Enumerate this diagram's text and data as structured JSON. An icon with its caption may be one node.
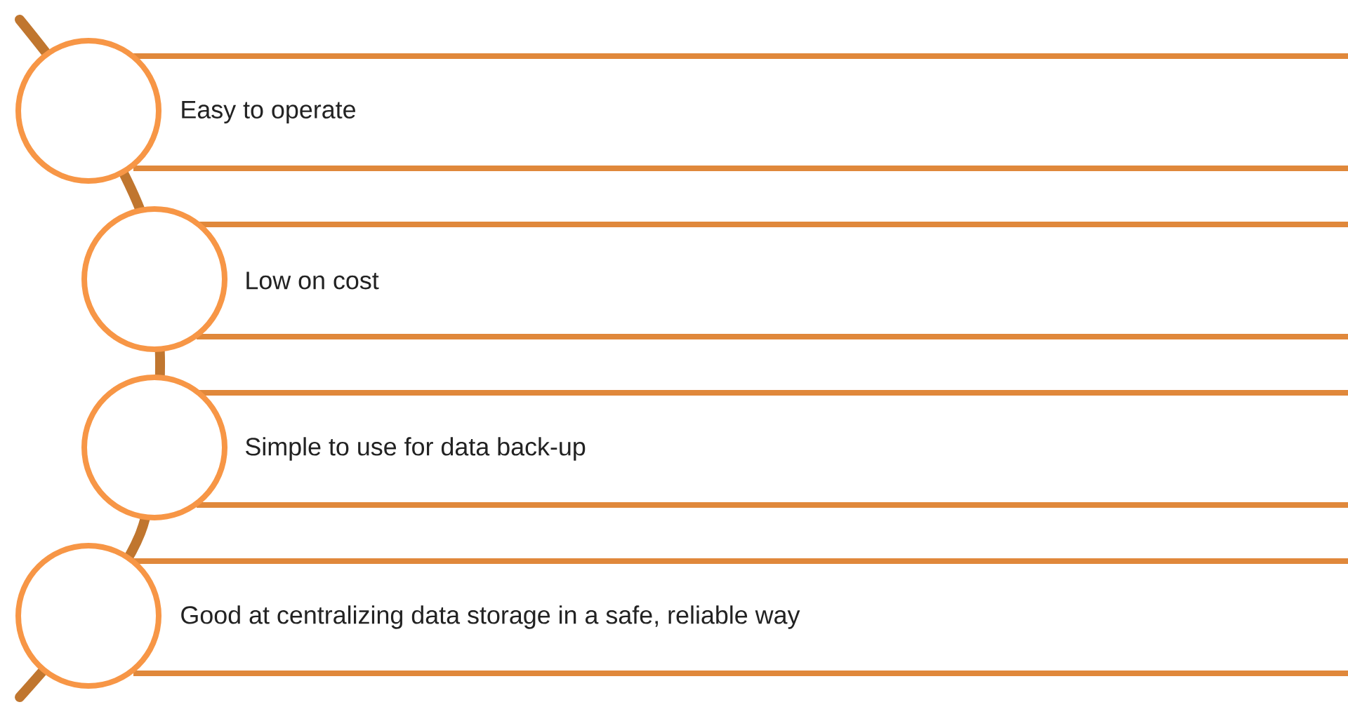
{
  "diagram": {
    "nodes": [
      {
        "text": [
          "Easy to operate"
        ]
      },
      {
        "text": [
          "Low on cost"
        ]
      },
      {
        "text": [
          "Simple to use for data back-up"
        ]
      },
      {
        "text": [
          "Good at centralizing data storage in a safe, reliable way"
        ]
      },
      {
        "text": [],
        "shape": "circle"
      },
      {
        "text": [],
        "shape": "circle"
      },
      {
        "text": [],
        "shape": "circle"
      },
      {
        "text": [],
        "shape": "circle"
      }
    ]
  }
}
